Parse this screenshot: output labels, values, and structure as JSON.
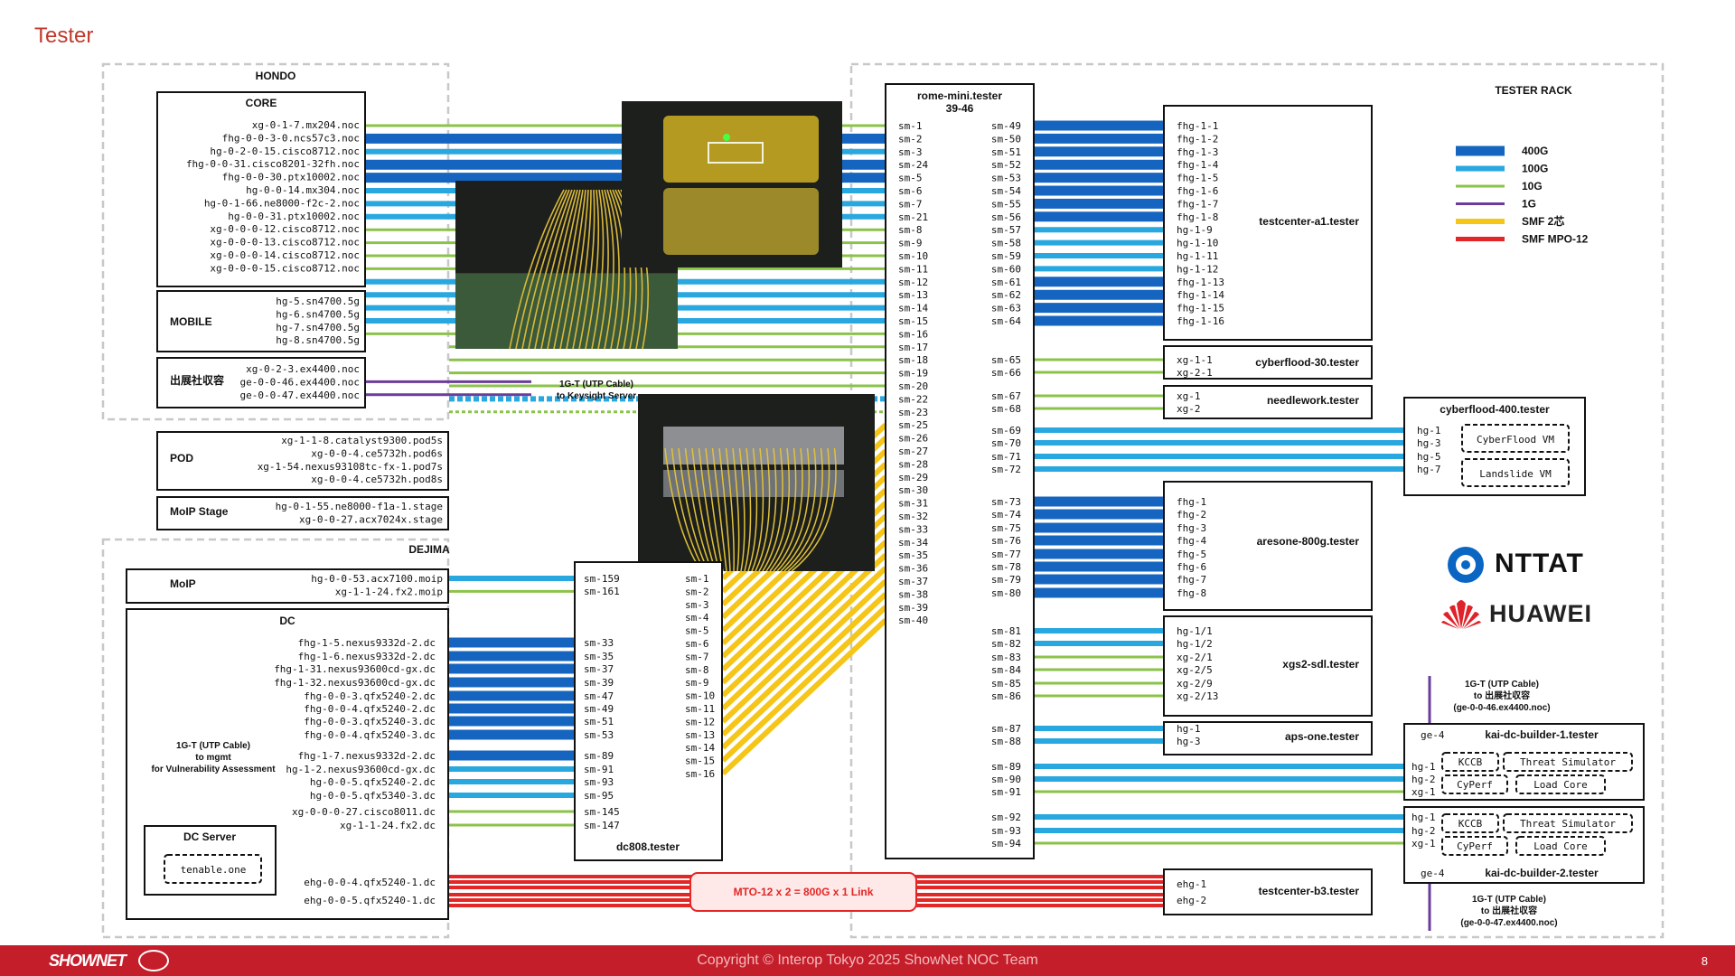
{
  "title": "Tester",
  "footer": {
    "copyright": "Copyright © Interop Tokyo 2025 ShowNet NOC Team",
    "page": "8",
    "logo": "SHOWNET"
  },
  "vendors": {
    "ntt": "NTTAT",
    "huawei": "HUAWEI"
  },
  "legend": {
    "title": "TESTER RACK",
    "items": [
      {
        "label": "400G",
        "color": "#1565c0"
      },
      {
        "label": "100G",
        "color": "#29a8e0"
      },
      {
        "label": "10G",
        "color": "#8bc34a"
      },
      {
        "label": "1G",
        "color": "#6a3d9a"
      },
      {
        "label": "SMF 2芯",
        "color": "#f5c518"
      },
      {
        "label": "SMF MPO-12",
        "color": "#e32626"
      }
    ]
  },
  "groups": {
    "hondo": "HONDO",
    "dejima": "DEJIMA"
  },
  "boxes": {
    "core": {
      "title": "CORE",
      "items": [
        "xg-0-1-7.mx204.noc",
        "fhg-0-0-3-0.ncs57c3.noc",
        "hg-0-2-0-15.cisco8712.noc",
        "fhg-0-0-31.cisco8201-32fh.noc",
        "fhg-0-0-30.ptx10002.noc",
        "hg-0-0-14.mx304.noc",
        "hg-0-1-66.ne8000-f2c-2.noc",
        "hg-0-0-31.ptx10002.noc",
        "xg-0-0-0-12.cisco8712.noc",
        "xg-0-0-0-13.cisco8712.noc",
        "xg-0-0-0-14.cisco8712.noc",
        "xg-0-0-0-15.cisco8712.noc"
      ]
    },
    "mobile": {
      "title": "MOBILE",
      "items": [
        "hg-5.sn4700.5g",
        "hg-6.sn4700.5g",
        "hg-7.sn4700.5g",
        "hg-8.sn4700.5g"
      ]
    },
    "shutten": {
      "title": "出展社収容",
      "items": [
        "xg-0-2-3.ex4400.noc",
        "ge-0-0-46.ex4400.noc",
        "ge-0-0-47.ex4400.noc"
      ]
    },
    "pod": {
      "title": "POD",
      "items": [
        "xg-1-1-8.catalyst9300.pod5s",
        "xg-0-0-4.ce5732h.pod6s",
        "xg-1-54.nexus93108tc-fx-1.pod7s",
        "xg-0-0-4.ce5732h.pod8s"
      ]
    },
    "moipstage": {
      "title": "MoIP Stage",
      "items": [
        "hg-0-1-55.ne8000-f1a-1.stage",
        "xg-0-0-27.acx7024x.stage"
      ]
    },
    "moip": {
      "title": "MoIP",
      "items": [
        "hg-0-0-53.acx7100.moip",
        "xg-1-1-24.fx2.moip"
      ]
    },
    "dc": {
      "title": "DC",
      "items": [
        "fhg-1-5.nexus9332d-2.dc",
        "fhg-1-6.nexus9332d-2.dc",
        "fhg-1-31.nexus93600cd-gx.dc",
        "fhg-1-32.nexus93600cd-gx.dc",
        "fhg-0-0-3.qfx5240-2.dc",
        "fhg-0-0-4.qfx5240-2.dc",
        "fhg-0-0-3.qfx5240-3.dc",
        "fhg-0-0-4.qfx5240-3.dc",
        "fhg-1-7.nexus9332d-2.dc",
        "hg-1-2.nexus93600cd-gx.dc",
        "hg-0-0-5.qfx5240-2.dc",
        "hg-0-0-5.qfx5340-3.dc",
        "xg-0-0-0-27.cisco8011.dc",
        "xg-1-1-24.fx2.dc",
        "ehg-0-0-4.qfx5240-1.dc",
        "ehg-0-0-5.qfx5240-1.dc"
      ]
    },
    "dcserver": {
      "title": "DC Server",
      "item": "tenable.one"
    },
    "dc808": {
      "title": "dc808.tester",
      "left": [
        "sm-159",
        "sm-161",
        "sm-33",
        "sm-35",
        "sm-37",
        "sm-39",
        "sm-47",
        "sm-49",
        "sm-51",
        "sm-53",
        "sm-89",
        "sm-91",
        "sm-93",
        "sm-95",
        "sm-145",
        "sm-147"
      ],
      "right": [
        "sm-1",
        "sm-2",
        "sm-3",
        "sm-4",
        "sm-5",
        "sm-6",
        "sm-7",
        "sm-8",
        "sm-9",
        "sm-10",
        "sm-11",
        "sm-12",
        "sm-13",
        "sm-14",
        "sm-15",
        "sm-16"
      ]
    },
    "rome": {
      "title": "rome-mini.tester",
      "subtitle": "39-46",
      "left": [
        "sm-1",
        "sm-2",
        "sm-3",
        "sm-24",
        "sm-5",
        "sm-6",
        "sm-7",
        "sm-21",
        "sm-8",
        "sm-9",
        "sm-10",
        "sm-11",
        "sm-12",
        "sm-13",
        "sm-14",
        "sm-15",
        "sm-16",
        "sm-17",
        "sm-18",
        "sm-19",
        "sm-20",
        "sm-22",
        "sm-23",
        "sm-25",
        "sm-26",
        "sm-27",
        "sm-28",
        "sm-29",
        "sm-30",
        "sm-31",
        "sm-32",
        "sm-33",
        "sm-34",
        "sm-35",
        "sm-36",
        "sm-37",
        "sm-38",
        "sm-39",
        "sm-40"
      ],
      "right": [
        "sm-49",
        "sm-50",
        "sm-51",
        "sm-52",
        "sm-53",
        "sm-54",
        "sm-55",
        "sm-56",
        "sm-57",
        "sm-58",
        "sm-59",
        "sm-60",
        "sm-61",
        "sm-62",
        "sm-63",
        "sm-64",
        "sm-65",
        "sm-66",
        "sm-67",
        "sm-68",
        "sm-69",
        "sm-70",
        "sm-71",
        "sm-72",
        "sm-73",
        "sm-74",
        "sm-75",
        "sm-76",
        "sm-77",
        "sm-78",
        "sm-79",
        "sm-80",
        "sm-81",
        "sm-82",
        "sm-83",
        "sm-84",
        "sm-85",
        "sm-86",
        "sm-87",
        "sm-88",
        "sm-89",
        "sm-90",
        "sm-91",
        "sm-92",
        "sm-93",
        "sm-94"
      ]
    },
    "tca1": {
      "title": "testcenter-a1.tester",
      "items": [
        "fhg-1-1",
        "fhg-1-2",
        "fhg-1-3",
        "fhg-1-4",
        "fhg-1-5",
        "fhg-1-6",
        "fhg-1-7",
        "fhg-1-8",
        "hg-1-9",
        "hg-1-10",
        "hg-1-11",
        "hg-1-12",
        "fhg-1-13",
        "fhg-1-14",
        "fhg-1-15",
        "fhg-1-16"
      ]
    },
    "cf30": {
      "title": "cyberflood-30.tester",
      "items": [
        "xg-1-1",
        "xg-2-1"
      ]
    },
    "needle": {
      "title": "needlework.tester",
      "items": [
        "xg-1",
        "xg-2"
      ]
    },
    "cf400": {
      "title": "cyberflood-400.tester",
      "ports": [
        "hg-1",
        "hg-3",
        "hg-5",
        "hg-7"
      ],
      "vm1": "CyberFlood VM",
      "vm2": "Landslide VM"
    },
    "aresone": {
      "title": "aresone-800g.tester",
      "items": [
        "fhg-1",
        "fhg-2",
        "fhg-3",
        "fhg-4",
        "fhg-5",
        "fhg-6",
        "fhg-7",
        "fhg-8"
      ]
    },
    "xgs2": {
      "title": "xgs2-sdl.tester",
      "items": [
        "hg-1/1",
        "hg-1/2",
        "xg-2/1",
        "xg-2/5",
        "xg-2/9",
        "xg-2/13"
      ]
    },
    "aps": {
      "title": "aps-one.tester",
      "items": [
        "hg-1",
        "hg-3"
      ]
    },
    "kai1": {
      "title": "kai-dc-builder-1.tester",
      "ge": "ge-4",
      "ports": [
        "hg-1",
        "hg-2",
        "xg-1"
      ],
      "mods": [
        "KCCB",
        "Threat Simulator",
        "CyPerf",
        "Load Core"
      ]
    },
    "kai2": {
      "title": "kai-dc-builder-2.tester",
      "ge": "ge-4",
      "ports": [
        "hg-1",
        "hg-2",
        "xg-1"
      ],
      "mods": [
        "KCCB",
        "Threat Simulator",
        "CyPerf",
        "Load Core"
      ]
    },
    "tcb3": {
      "title": "testcenter-b3.tester",
      "items": [
        "ehg-1",
        "ehg-2"
      ]
    }
  },
  "notes": {
    "keysight": [
      "1G-T (UTP Cable)",
      "to Keysight Server"
    ],
    "mgmt": [
      "1G-T (UTP Cable)",
      "to mgmt",
      "for Vulnerability Assessment"
    ],
    "shutten1": [
      "1G-T (UTP Cable)",
      "to 出展社収容",
      "(ge-0-0-46.ex4400.noc)"
    ],
    "shutten2": [
      "1G-T (UTP Cable)",
      "to 出展社収容",
      "(ge-0-0-47.ex4400.noc)"
    ],
    "mto": "MTO-12 x 2 = 800G x 1 Link"
  }
}
